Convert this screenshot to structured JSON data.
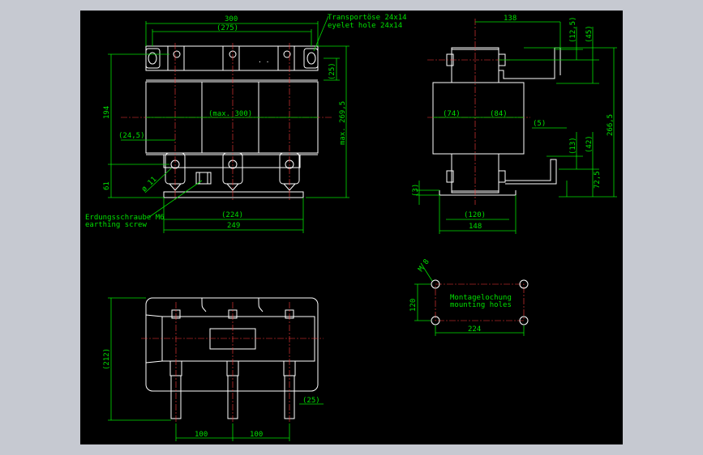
{
  "colors": {
    "background": "#c6c9d1",
    "canvas": "#000000",
    "geometry": "#ffffff",
    "dimensions": "#00e000",
    "centerlines": "#ff3b3b"
  },
  "front_view": {
    "dim_width_overall": "300",
    "dim_width_inner": "(275)",
    "note_transport_de": "Transportöse 24x14",
    "note_transport_en": "eyelet hole 24x14",
    "dim_25": "(25)",
    "dim_max_3005": "(max. 300)",
    "dim_max_height": "max. 269,5",
    "dim_194": "194",
    "dim_245": "(24,5)",
    "dim_61": "61",
    "dim_hole": "ø 11",
    "note_earth_de": "Erdungsschraube M6",
    "note_earth_en": "earthing screw",
    "dim_224": "(224)",
    "dim_249": "249"
  },
  "side_view": {
    "dim_138": "138",
    "dim_125": "(12,5)",
    "dim_45": "(45)",
    "dim_74": "(74)",
    "dim_84": "(84)",
    "dim_5": "(5)",
    "dim_13": "(13)",
    "dim_42": "(42)",
    "dim_2665": "266,5",
    "dim_725": "72,5",
    "dim_3": "(3)",
    "dim_120": "(120)",
    "dim_148": "148"
  },
  "top_view": {
    "dim_212": "(212)",
    "dim_25": "(25)",
    "dim_100_left": "100",
    "dim_100_right": "100"
  },
  "mounting": {
    "dim_m8": "M 8",
    "dim_120": "120",
    "label_de": "Montagelochung",
    "label_en": "mounting holes",
    "dim_224": "224"
  }
}
